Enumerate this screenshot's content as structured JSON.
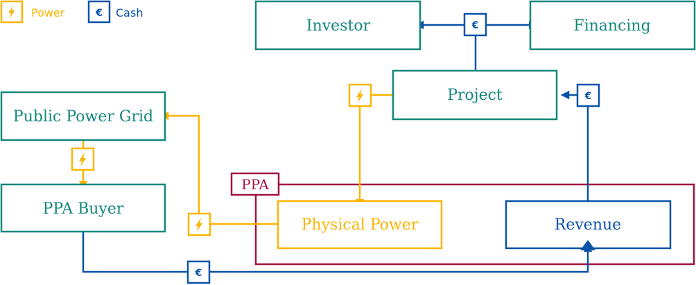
{
  "colors": {
    "power": "#fbb400",
    "cash": "#0a52a8",
    "entity": "#13877b",
    "contract": "#a3123f"
  },
  "legend": {
    "power_label": "Power",
    "power_icon": "lightning-icon",
    "cash_label": "Cash",
    "cash_icon": "euro-icon"
  },
  "nodes": {
    "investor": "Investor",
    "financing": "Financing",
    "project": "Project",
    "public_power_grid": "Public Power Grid",
    "ppa_buyer": "PPA Buyer",
    "physical_power": "Physical Power",
    "revenue": "Revenue"
  },
  "contract": {
    "label": "PPA"
  },
  "badges": {
    "euro": "€",
    "power": "⚡"
  }
}
